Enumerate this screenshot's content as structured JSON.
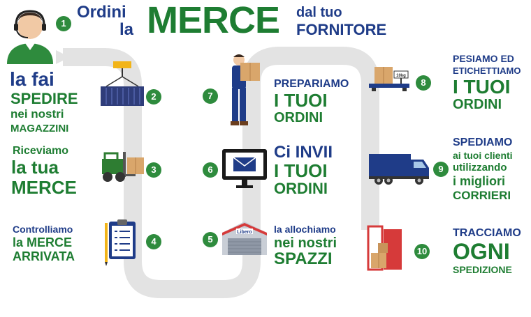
{
  "colors": {
    "blue": "#1f3c88",
    "green": "#1e7d32",
    "badge": "#2e8b3d",
    "path": "#e3e3e3"
  },
  "header": {
    "ordini": "Ordini",
    "la": "la",
    "merce": "MERCE",
    "dal_tuo": "dal tuo",
    "fornitore": "FORNITORE"
  },
  "steps": [
    {
      "number": "1",
      "lines": [
        "la fai",
        "SPEDIRE",
        "nei nostri",
        "MAGAZZINI"
      ],
      "icon": "operator-headset-icon"
    },
    {
      "number": "2",
      "lines": [],
      "icon": "crane-container-icon"
    },
    {
      "number": "3",
      "lines": [
        "Riceviamo",
        "la tua",
        "MERCE"
      ],
      "icon": "forklift-icon"
    },
    {
      "number": "4",
      "lines": [
        "Controlliamo",
        "la MERCE",
        "ARRIVATA"
      ],
      "icon": "clipboard-checklist-icon"
    },
    {
      "number": "5",
      "lines": [
        "la allochiamo",
        "nei nostri",
        "SPAZZI"
      ],
      "icon": "warehouse-icon"
    },
    {
      "number": "6",
      "lines": [
        "Ci INVII",
        "I TUOI",
        "ORDINI"
      ],
      "icon": "monitor-email-icon"
    },
    {
      "number": "7",
      "lines": [
        "PREPARIAMO",
        "I TUOI",
        "ORDINI"
      ],
      "icon": "worker-carrying-box-icon"
    },
    {
      "number": "8",
      "lines": [
        "PESIAMO ED",
        "ETICHETTIAMO",
        "I TUOI",
        "ORDINI"
      ],
      "icon": "scale-box-icon"
    },
    {
      "number": "9",
      "lines": [
        "SPEDIAMO",
        "ai tuoi clienti",
        "utilizzando",
        "i migliori",
        "CORRIERI"
      ],
      "icon": "delivery-truck-icon"
    },
    {
      "number": "10",
      "lines": [
        "TRACCIAMO",
        "OGNI",
        "SPEDIZIONE"
      ],
      "icon": "door-boxes-icon"
    }
  ],
  "icon_labels": {
    "scale_label": "10kg",
    "warehouse_sign": "Libero"
  }
}
